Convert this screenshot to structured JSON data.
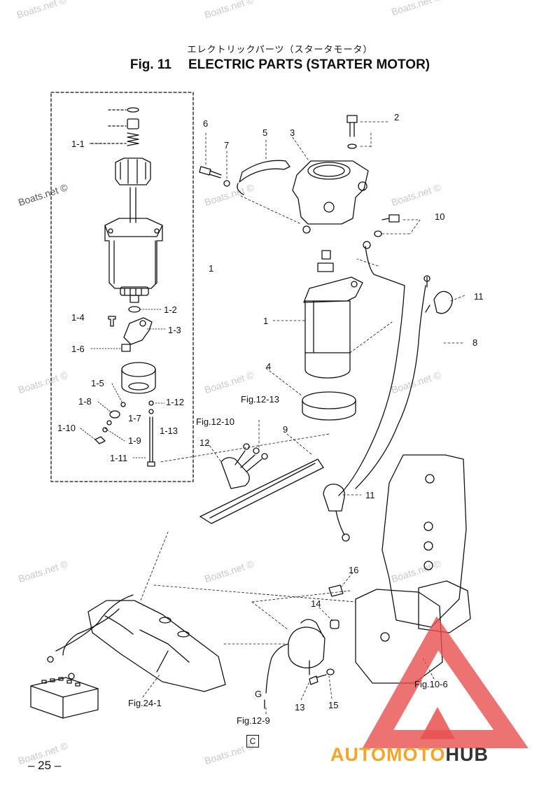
{
  "title_jp": "エレクトリックパーツ（スタータモータ）",
  "title_fig": "Fig. 11",
  "title_en": "ELECTRIC PARTS (STARTER MOTOR)",
  "watermark": "Boats.net ©",
  "page_number": "– 25 –",
  "section_letter": "C",
  "logo": {
    "part1": "AUTOMOTO",
    "part2": "HUB",
    "accent_color": "#f5a523",
    "triangle_color": "#e85050"
  },
  "labels": {
    "l_1_1": "1-1",
    "l_1_2": "1-2",
    "l_1_3": "1-3",
    "l_1_4": "1-4",
    "l_1_5": "1-5",
    "l_1_6": "1-6",
    "l_1_7": "1-7",
    "l_1_8": "1-8",
    "l_1_9": "1-9",
    "l_1_10": "1-10",
    "l_1_11": "1-11",
    "l_1_12": "1-12",
    "l_1_13": "1-13",
    "l_1a": "1",
    "l_1b": "1",
    "l_2": "2",
    "l_3": "3",
    "l_4": "4",
    "l_5": "5",
    "l_6": "6",
    "l_7": "7",
    "l_8": "8",
    "l_9": "9",
    "l_10": "10",
    "l_11a": "11",
    "l_11b": "11",
    "l_12": "12",
    "l_13": "13",
    "l_14": "14",
    "l_15": "15",
    "l_16": "16",
    "l_g": "G",
    "ref_12_13": "Fig.12-13",
    "ref_12_10": "Fig.12-10",
    "ref_24_1": "Fig.24-1",
    "ref_12_9": "Fig.12-9",
    "ref_10_6": "Fig.10-6"
  }
}
